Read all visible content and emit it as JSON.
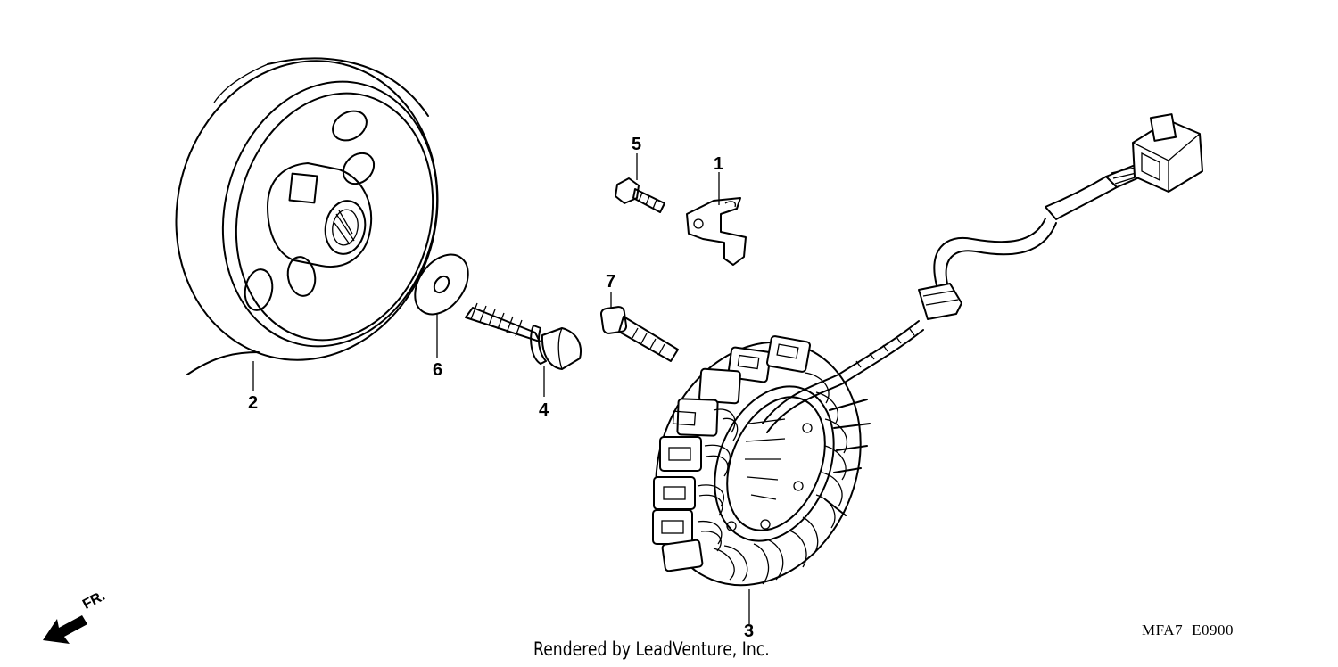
{
  "callouts": {
    "part_1": "1",
    "part_2": "2",
    "part_3": "3",
    "part_4": "4",
    "part_5": "5",
    "part_6": "6",
    "part_7": "7"
  },
  "direction_label": "FR.",
  "diagram_code": "MFA7−E0900",
  "credit": "Rendered by LeadVenture, Inc.",
  "icons": {
    "direction": "arrow-icon"
  }
}
